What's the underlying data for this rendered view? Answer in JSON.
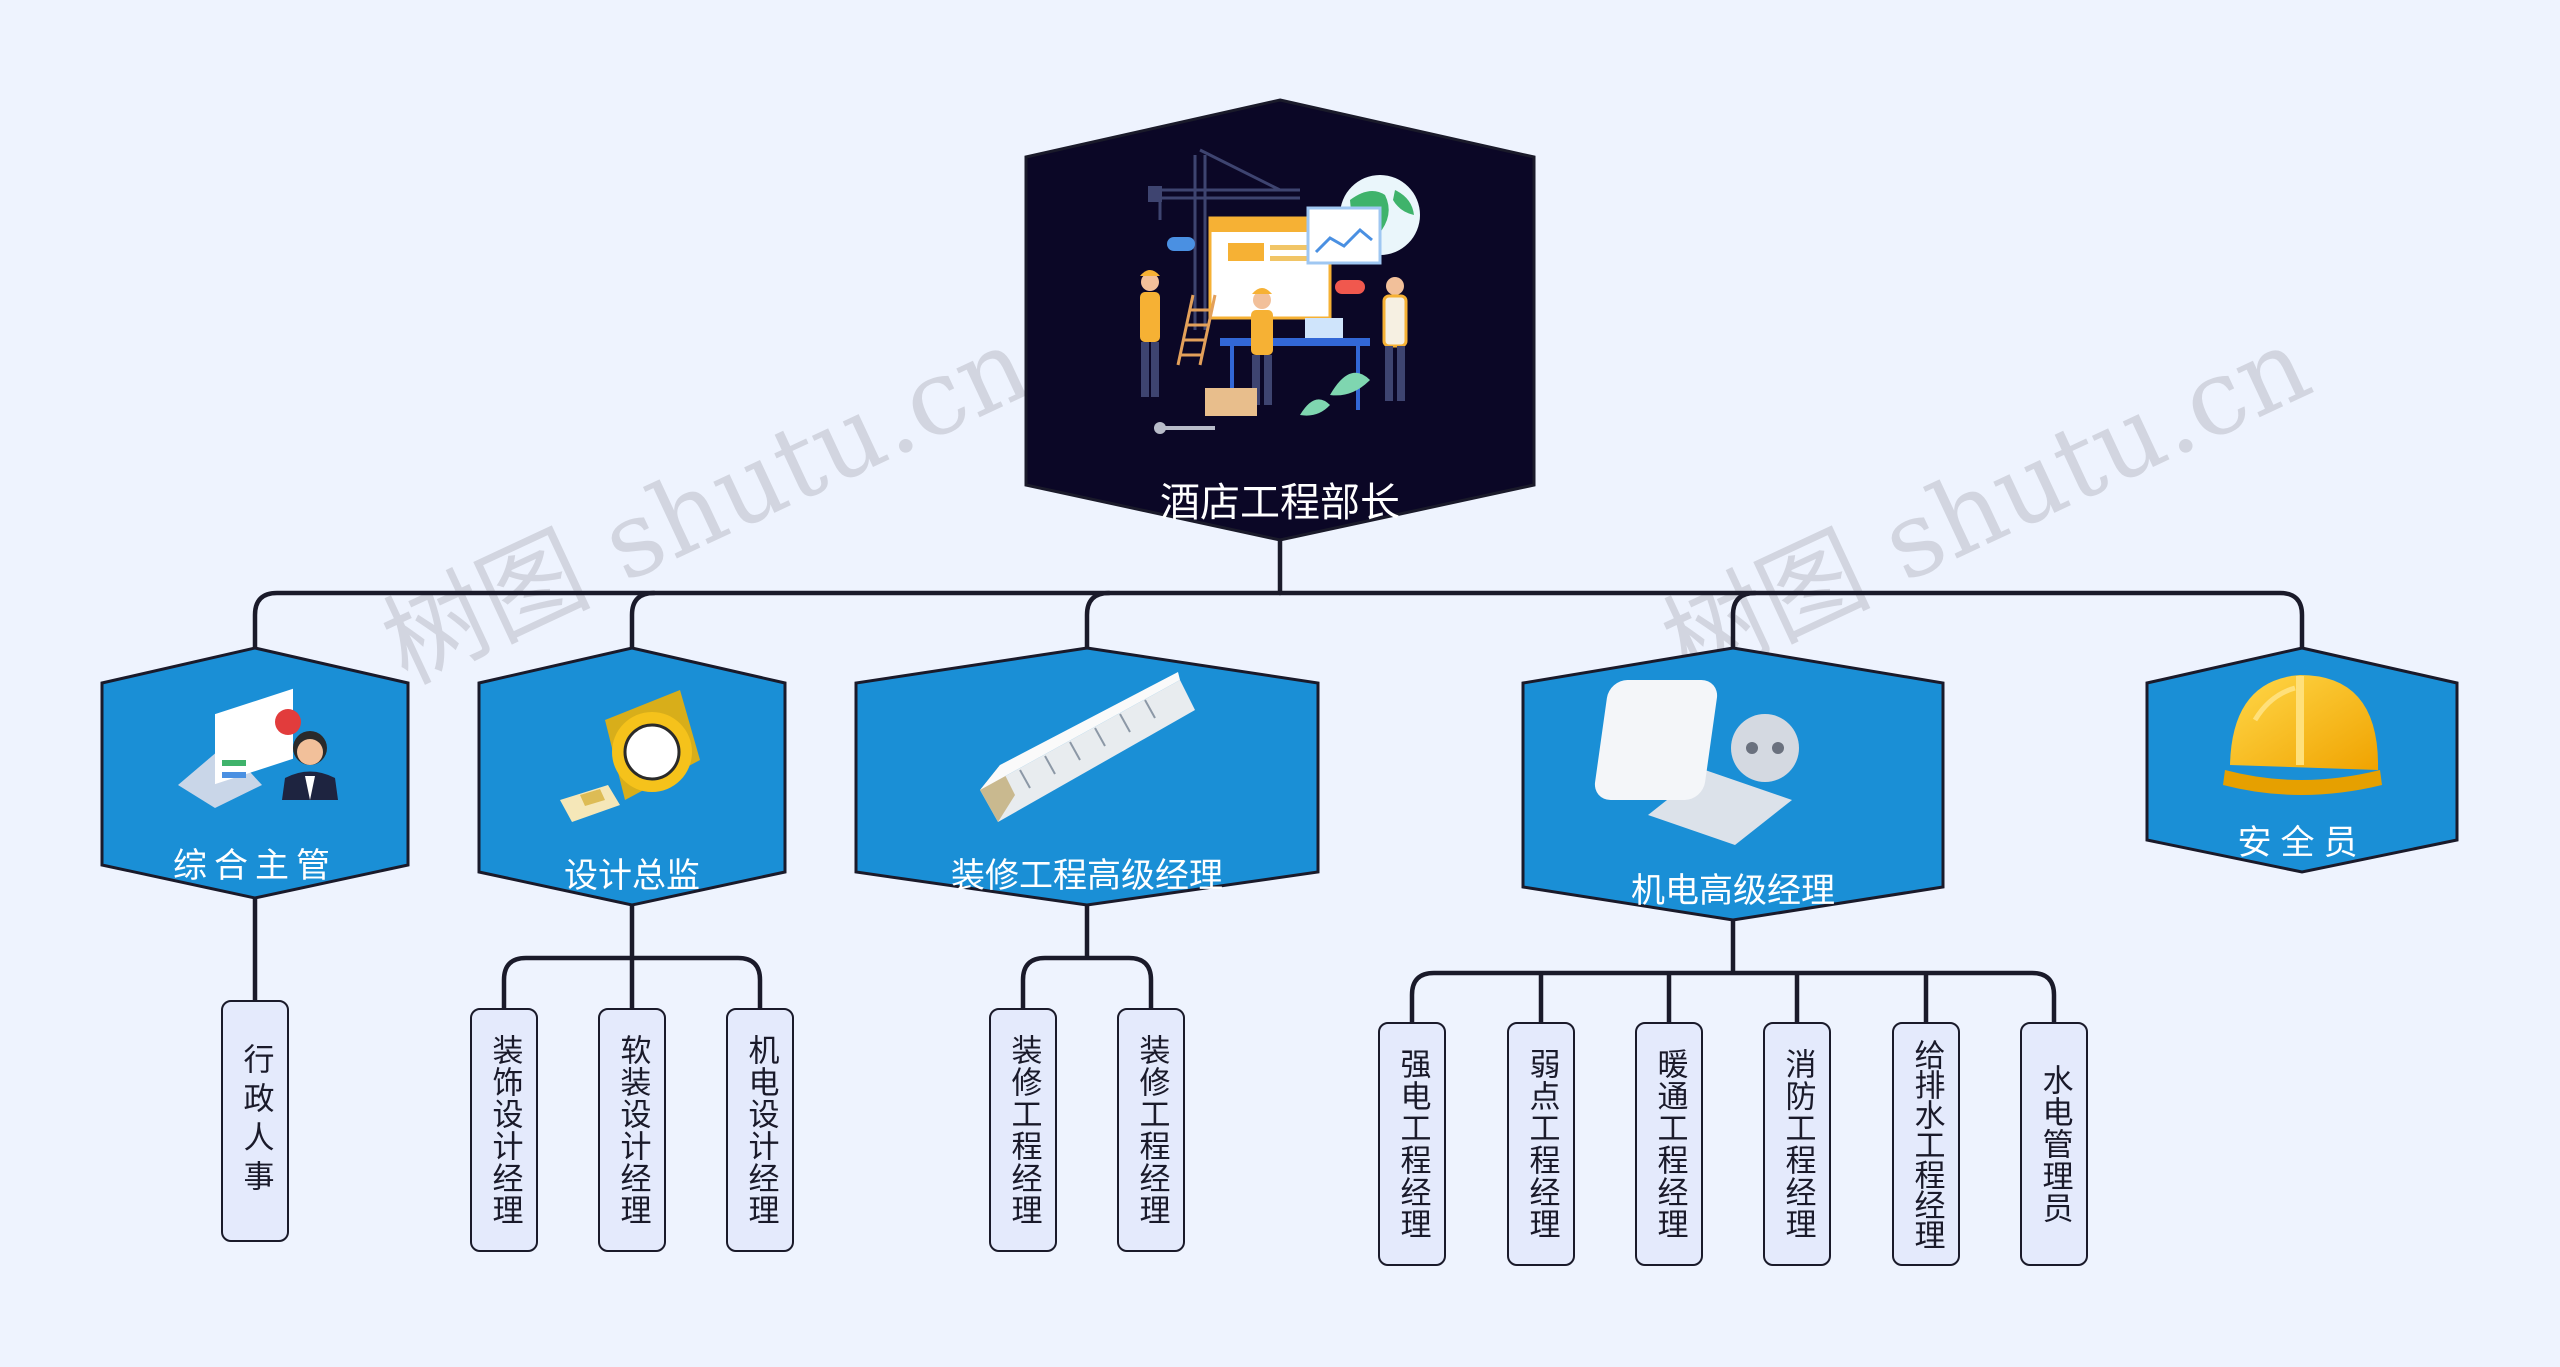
{
  "colors": {
    "background": "#EEF3FE",
    "root_fill": "#0B0726",
    "dept_fill": "#1A8FD6",
    "leaf_fill": "#E4EAFC",
    "line": "#1A1A2A"
  },
  "watermark": {
    "text": "树图 shutu.cn"
  },
  "root": {
    "label": "酒店工程部长",
    "icon": "construction-team-icon"
  },
  "departments": [
    {
      "label": "综合主管",
      "icon": "presentation-manager-icon",
      "children": [
        "行政人事"
      ]
    },
    {
      "label": "设计总监",
      "icon": "tape-measure-icon",
      "children": [
        "装饰设计经理",
        "软装设计经理",
        "机电设计经理"
      ]
    },
    {
      "label": "装修工程高级经理",
      "icon": "ruler-icon",
      "children": [
        "装修工程经理",
        "装修工程经理"
      ]
    },
    {
      "label": "机电高级经理",
      "icon": "power-socket-icon",
      "children": [
        "强电工程经理",
        "弱点工程经理",
        "暖通工程经理",
        "消防工程经理",
        "给排水工程经理",
        "水电管理员"
      ]
    },
    {
      "label": "安全员",
      "icon": "hard-hat-icon",
      "children": []
    }
  ]
}
